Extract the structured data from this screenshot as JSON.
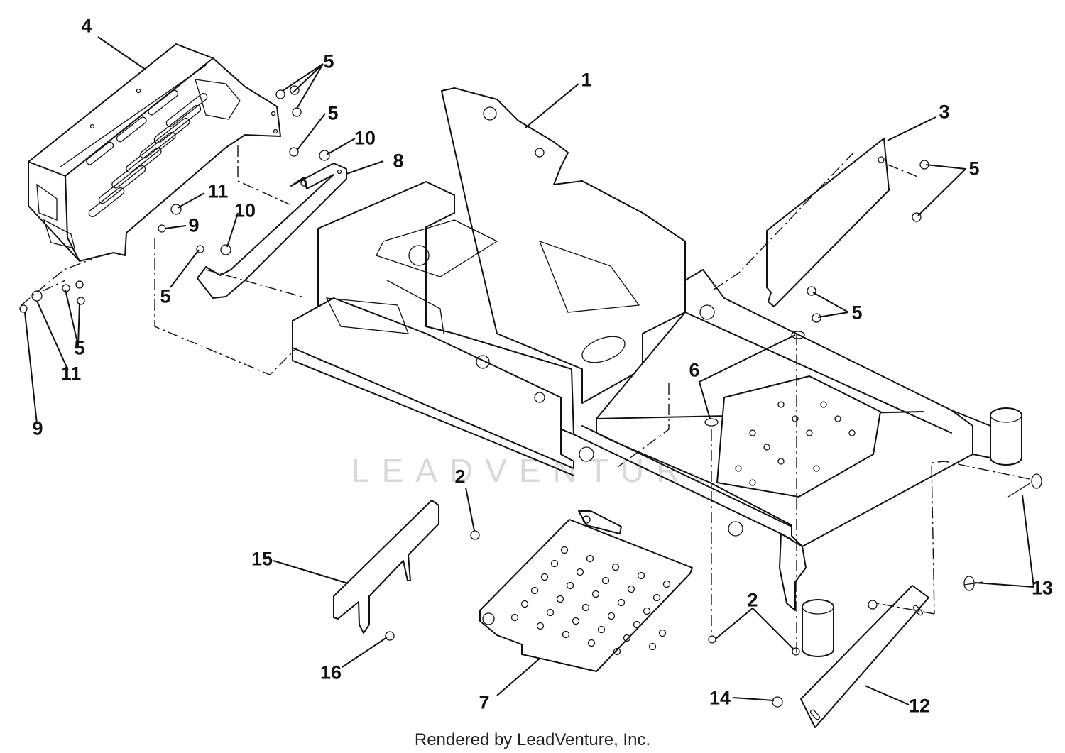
{
  "diagram": {
    "callouts": [
      {
        "id": "c4a",
        "label": "4"
      },
      {
        "id": "c5a",
        "label": "5"
      },
      {
        "id": "c5b",
        "label": "5"
      },
      {
        "id": "c10a",
        "label": "10"
      },
      {
        "id": "c8",
        "label": "8"
      },
      {
        "id": "c1",
        "label": "1"
      },
      {
        "id": "c3",
        "label": "3"
      },
      {
        "id": "c5c",
        "label": "5"
      },
      {
        "id": "c11a",
        "label": "11"
      },
      {
        "id": "c9a",
        "label": "9"
      },
      {
        "id": "c10b",
        "label": "10"
      },
      {
        "id": "c5d",
        "label": "5"
      },
      {
        "id": "c5e",
        "label": "5"
      },
      {
        "id": "c5f",
        "label": "5"
      },
      {
        "id": "c11b",
        "label": "11"
      },
      {
        "id": "c9b",
        "label": "9"
      },
      {
        "id": "c6",
        "label": "6"
      },
      {
        "id": "c2a",
        "label": "2"
      },
      {
        "id": "c15",
        "label": "15"
      },
      {
        "id": "c13",
        "label": "13"
      },
      {
        "id": "c2b",
        "label": "2"
      },
      {
        "id": "c16",
        "label": "16"
      },
      {
        "id": "c7",
        "label": "7"
      },
      {
        "id": "c14",
        "label": "14"
      },
      {
        "id": "c12",
        "label": "12"
      }
    ],
    "watermark": "LEADVENTURE",
    "footer": "Rendered by LeadVenture, Inc."
  }
}
